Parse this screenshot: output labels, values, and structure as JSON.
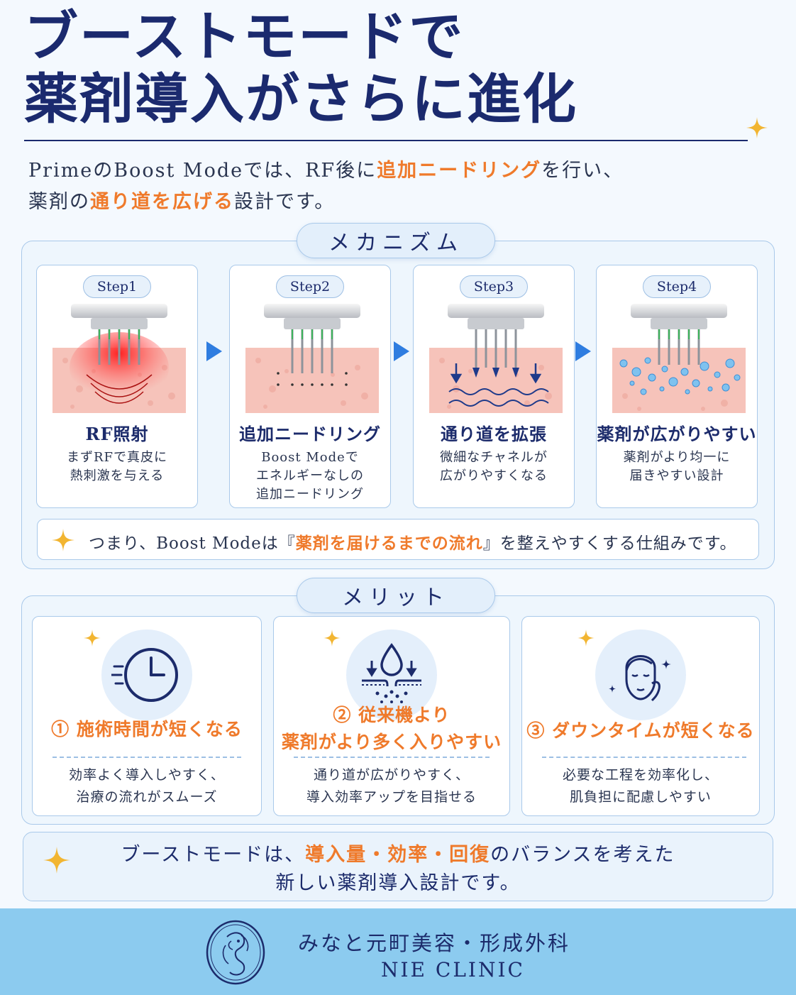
{
  "title": {
    "line1": "ブーストモードで",
    "line2": "薬剤導入がさらに進化"
  },
  "intro": {
    "line1_a": "PrimeのBoost Modeでは、RF後に",
    "line1_hl": "追加ニードリング",
    "line1_b": "を行い、",
    "line2_a": "薬剤の",
    "line2_hl": "通り道を広げる",
    "line2_b": "設計です。"
  },
  "mechanism": {
    "section_label": "メカニズム",
    "steps": [
      {
        "badge": "Step1",
        "heading": "RF照射",
        "desc": [
          "まずRFで真皮に",
          "熱刺激を与える"
        ]
      },
      {
        "badge": "Step2",
        "heading": "追加ニードリング",
        "desc": [
          "Boost Modeで",
          "エネルギーなしの",
          "追加ニードリング"
        ]
      },
      {
        "badge": "Step3",
        "heading": "通り道を拡張",
        "desc": [
          "微細なチャネルが",
          "広がりやすくなる"
        ]
      },
      {
        "badge": "Step4",
        "heading": "薬剤が広がりやすい",
        "desc": [
          "薬剤がより均一に",
          "届きやすい設計"
        ]
      }
    ],
    "summary_a": "つまり、Boost Modeは『",
    "summary_hl": "薬剤を届けるまでの流れ",
    "summary_b": "』を整えやすくする仕組みです。"
  },
  "merit": {
    "section_label": "メリット",
    "cards": [
      {
        "icon": "clock-icon",
        "head": [
          "① 施術時間が短くなる"
        ],
        "desc": [
          "効率よく導入しやすく、",
          "治療の流れがスムーズ"
        ]
      },
      {
        "icon": "drop-icon",
        "head": [
          "② 従来機より",
          "薬剤がより多く入りやすい"
        ],
        "desc": [
          "通り道が広がりやすく、",
          "導入効率アップを目指せる"
        ]
      },
      {
        "icon": "face-icon",
        "head": [
          "③ ダウンタイムが短くなる"
        ],
        "desc": [
          "必要な工程を効率化し、",
          "肌負担に配慮しやすい"
        ]
      }
    ]
  },
  "conclusion": {
    "line1_a": "ブーストモードは、",
    "line1_hl": "導入量・効率・回復",
    "line1_b": "のバランスを考えた",
    "line2": "新しい薬剤導入設計です。"
  },
  "footer": {
    "clinic_name_jp": "みなと元町美容・形成外科",
    "clinic_name_en": "NIE CLINIC"
  },
  "colors": {
    "navy": "#1b2a6e",
    "accent_orange": "#ef7a2b",
    "accent_blue": "#2f7de0",
    "footer_blue": "#8ccbef"
  }
}
